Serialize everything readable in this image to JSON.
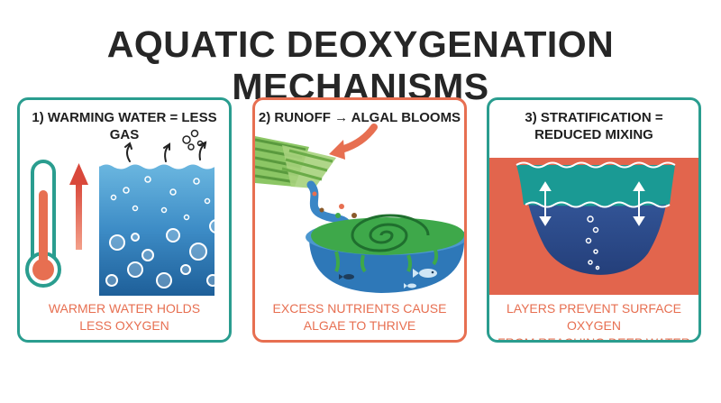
{
  "title": "AQUATIC DEOXYGENATION MECHANISMS",
  "colors": {
    "teal": "#2a9d8f",
    "coral": "#e76f51",
    "water_light": "#5fb0dc",
    "water_deep": "#1e5f99",
    "algae": "#3ea84a",
    "text": "#262626"
  },
  "panels": [
    {
      "title": "1) WARMING WATER = LESS GAS",
      "caption": "WARMER WATER HOLDS\nLESS OXYGEN",
      "icons": [
        "thermometer-icon",
        "up-arrow-icon",
        "escaping-gas-arrows"
      ]
    },
    {
      "title": "2) RUNOFF → ALGAL BLOOMS",
      "caption": "EXCESS NUTRIENTS CAUSE\nALGAE TO THRIVE",
      "icons": [
        "farm-field-icon",
        "curved-arrow-icon",
        "algae-swirl-icon",
        "fish-icon"
      ]
    },
    {
      "title": "3) STRATIFICATION =\nREDUCED MIXING",
      "caption": "LAYERS PREVENT SURFACE OXYGEN\nFROM REACHING DEEP WATER",
      "icons": [
        "double-arrow-icon",
        "bubbles-icon"
      ]
    }
  ]
}
